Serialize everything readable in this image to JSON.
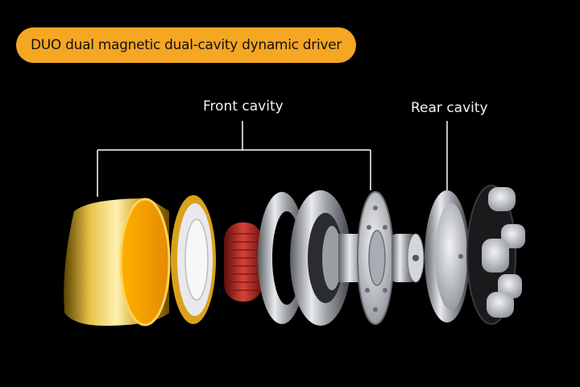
{
  "title": "DUO dual magnetic dual-cavity dynamic driver",
  "labels": {
    "front": "Front cavity",
    "rear": "Rear cavity"
  },
  "colors": {
    "background": "#000000",
    "pill": "#f5a623",
    "bracket": "#ffffff",
    "gold": "#e0a100",
    "copper": "#b3261e",
    "steel": "#c9ccd1"
  },
  "components": [
    "gold-cup-icon",
    "diaphragm-icon",
    "voice-coil-icon",
    "steel-ring-icon",
    "magnet-ring-icon",
    "pole-piece-icon",
    "rear-plate-icon",
    "rear-magnet-icon"
  ]
}
